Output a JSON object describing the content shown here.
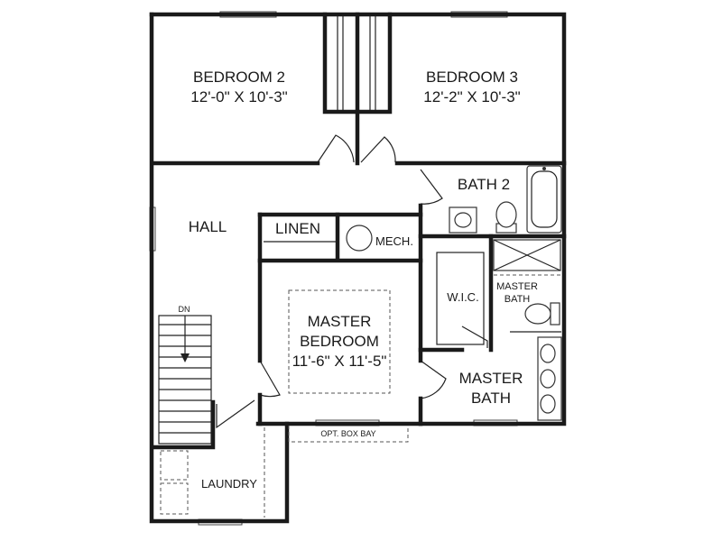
{
  "rooms": {
    "bedroom2": {
      "name": "BEDROOM 2",
      "dims": "12'-0\" X 10'-3\""
    },
    "bedroom3": {
      "name": "BEDROOM 3",
      "dims": "12'-2\" X 10'-3\""
    },
    "bath2": {
      "name": "BATH 2"
    },
    "hall": {
      "name": "HALL"
    },
    "linen": {
      "name": "LINEN"
    },
    "mech": {
      "name": "MECH."
    },
    "wic": {
      "name": "W.I.C."
    },
    "master_bath_small": {
      "line1": "MASTER",
      "line2": "BATH"
    },
    "master_bedroom": {
      "line1": "MASTER",
      "line2": "BEDROOM",
      "dims": "11'-6\" X 11'-5\""
    },
    "master_bath": {
      "line1": "MASTER",
      "line2": "BATH"
    },
    "laundry": {
      "name": "LAUNDRY"
    }
  },
  "annotations": {
    "stairs_dn": "DN",
    "box_bay": "OPT. BOX BAY"
  },
  "colors": {
    "wall": "#1a1a1a",
    "background": "#ffffff"
  }
}
